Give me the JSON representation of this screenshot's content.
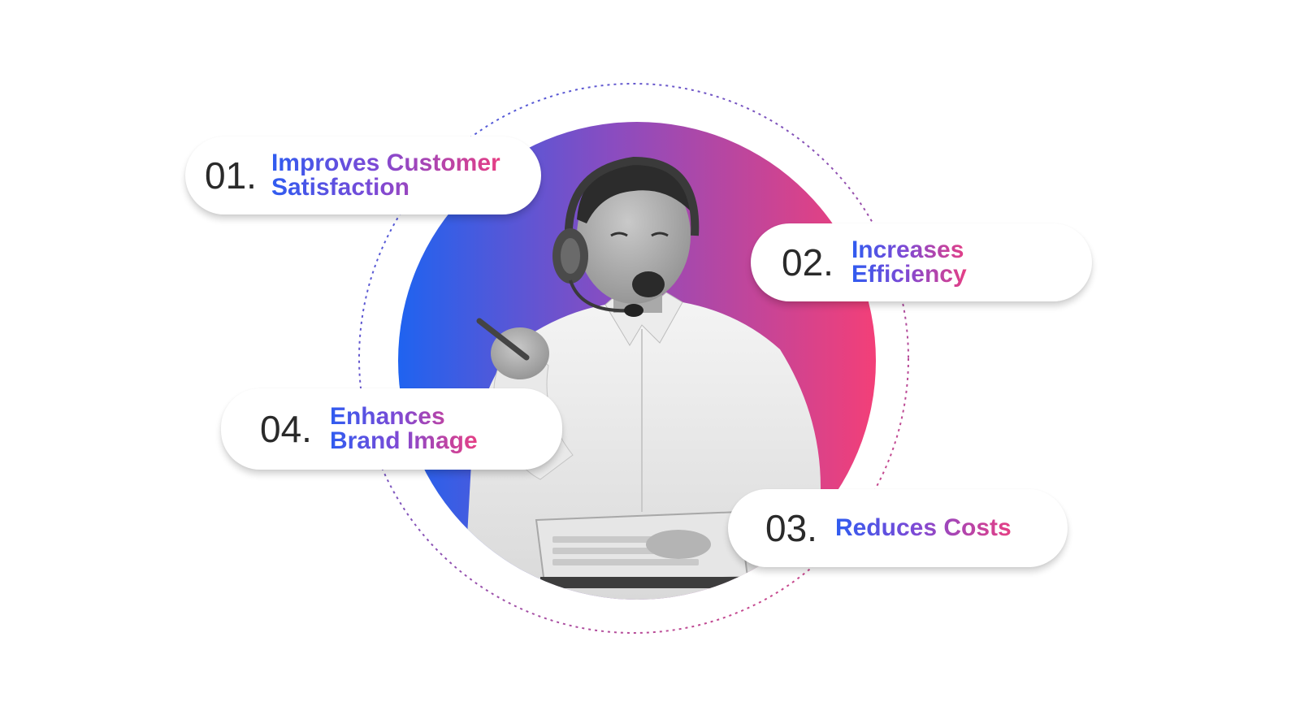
{
  "colors": {
    "gradient_start": "#2f5cf0",
    "gradient_mid": "#7c4ad6",
    "gradient_end": "#e63f84",
    "number_text": "#2a2a2a",
    "ring_dash_start": "#3b5ee8",
    "ring_dash_end": "#e0457e"
  },
  "photo": {
    "subject": "smiling call-center agent wearing a headset, holding a pen, laptop on lap",
    "icon": "person-photo"
  },
  "benefits": [
    {
      "number": "01.",
      "line1": "Improves Customer",
      "line2": "Satisfaction"
    },
    {
      "number": "02.",
      "line1": "Increases",
      "line2": "Efficiency"
    },
    {
      "number": "03.",
      "line1": "Reduces Costs",
      "line2": ""
    },
    {
      "number": "04.",
      "line1": "Enhances",
      "line2": "Brand Image"
    }
  ]
}
